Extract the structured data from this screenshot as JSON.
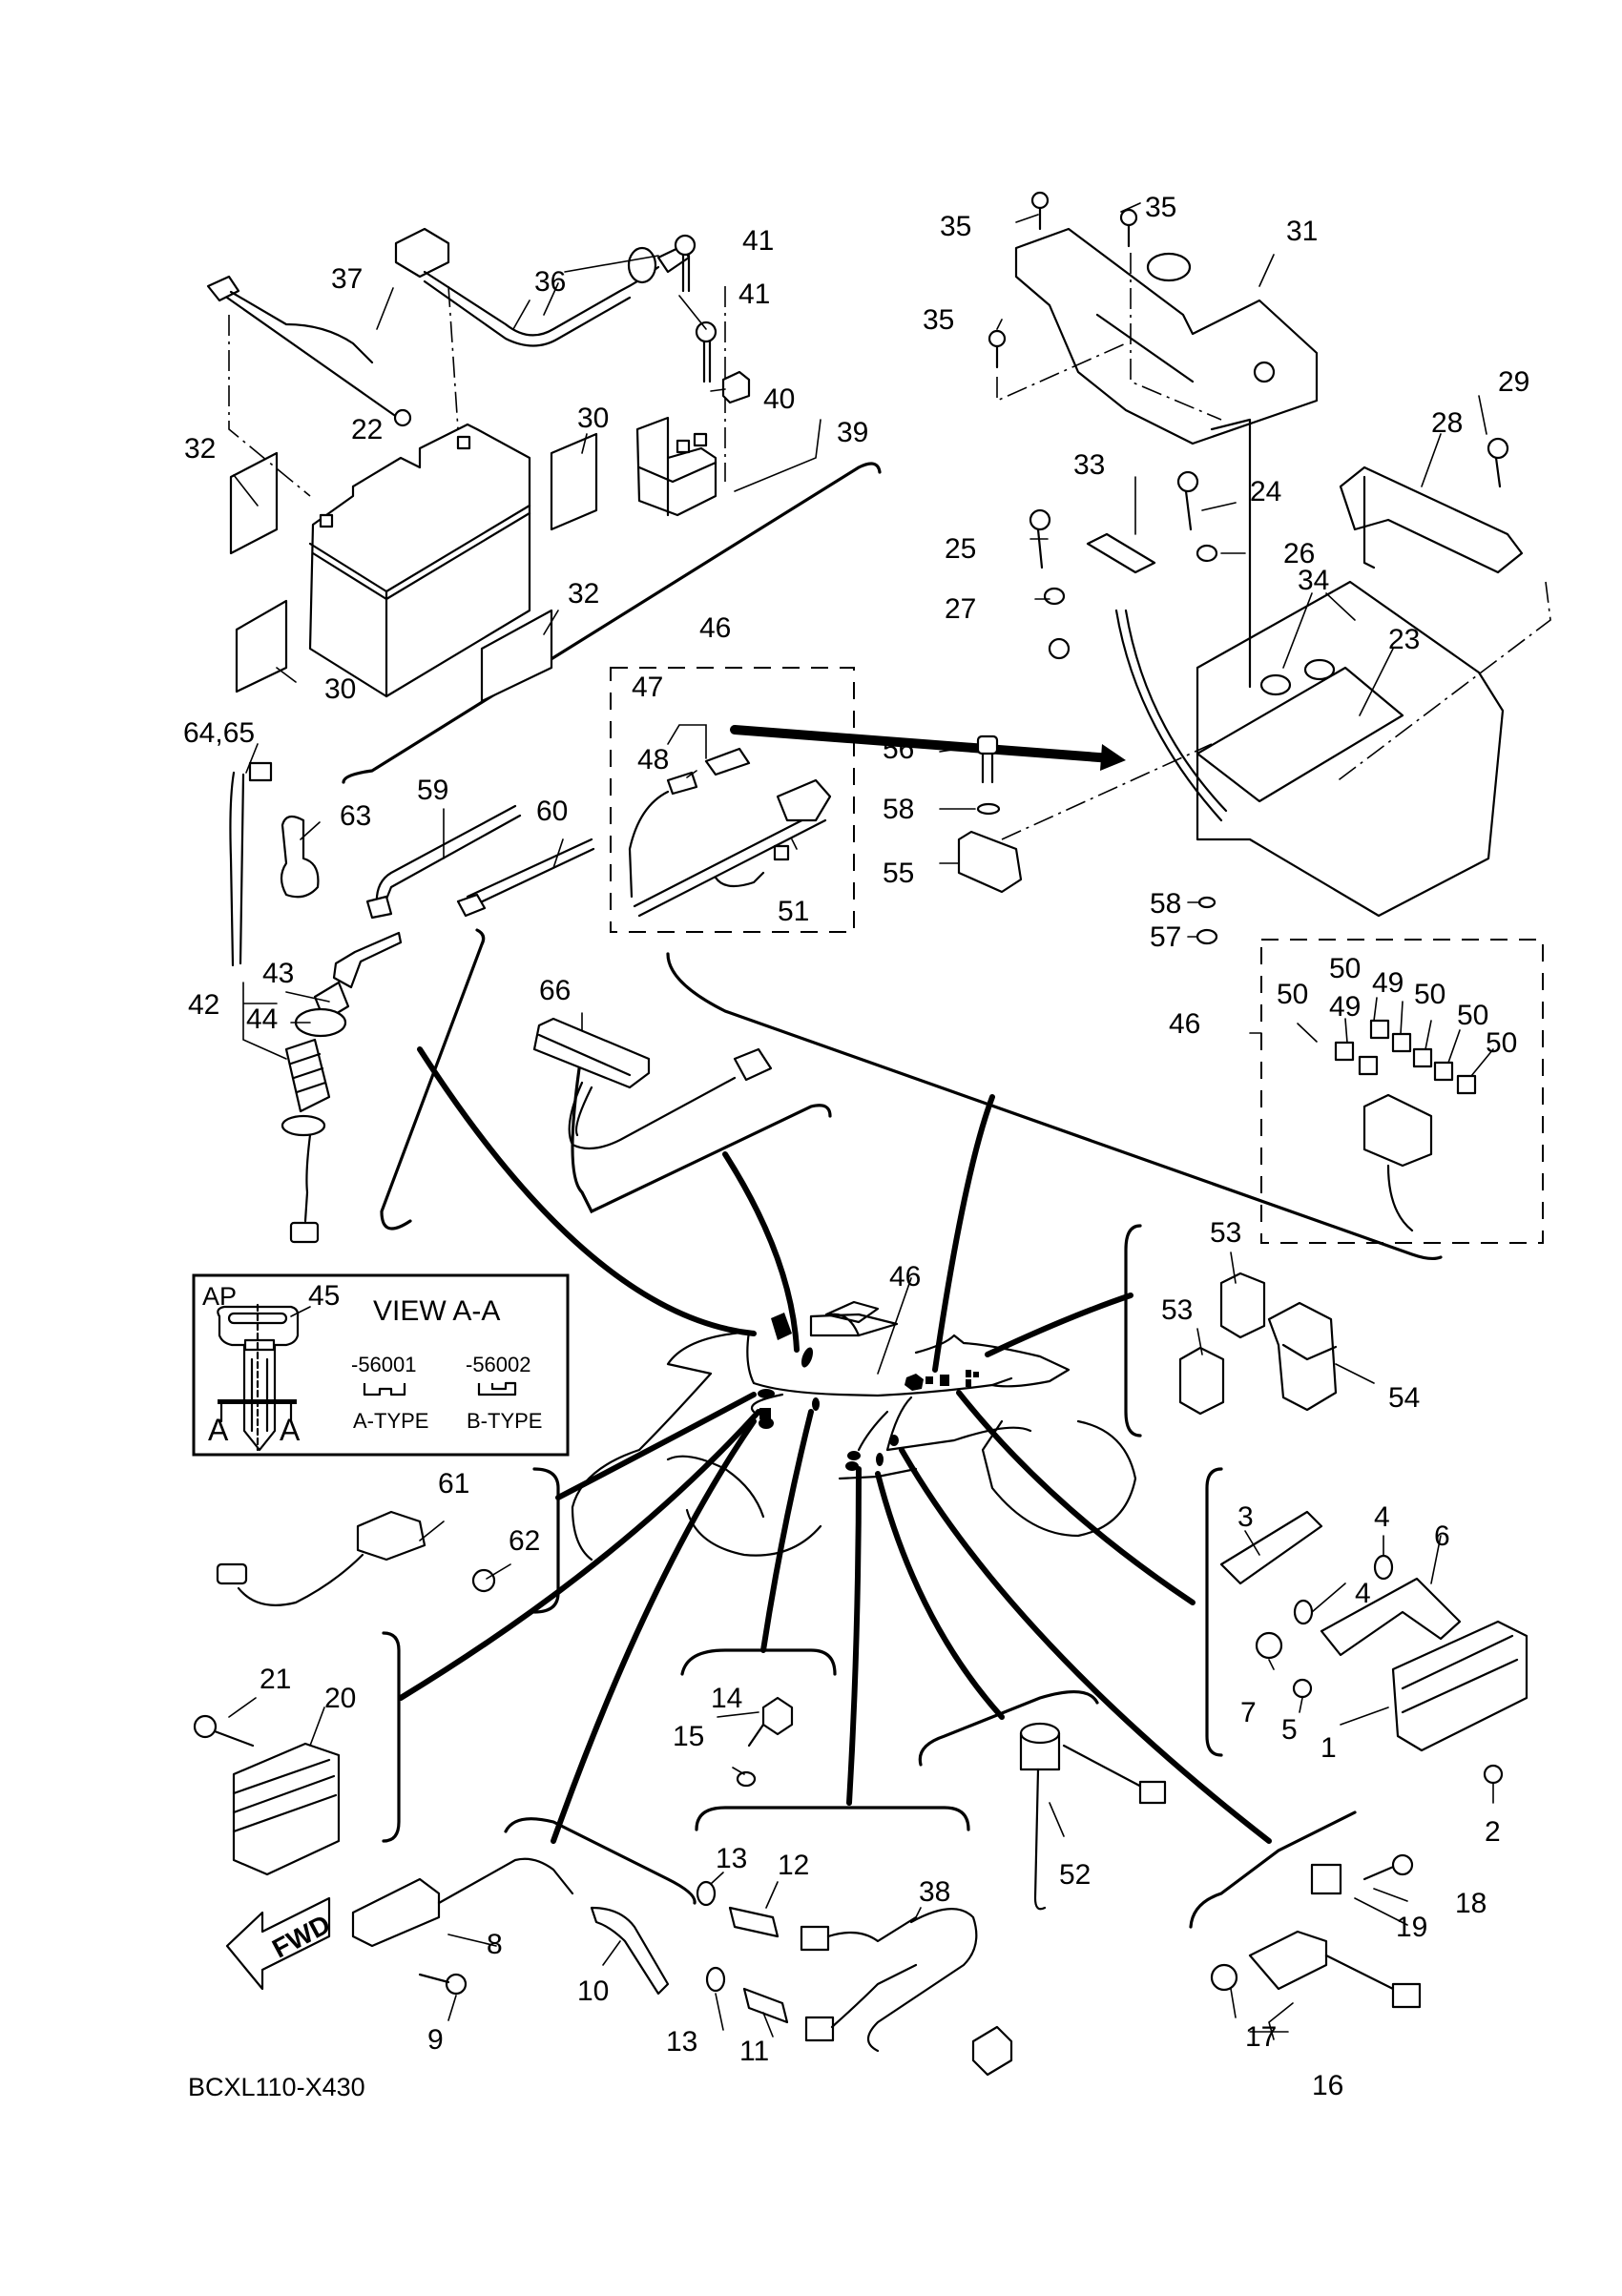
{
  "diagram": {
    "code": "BCXL110-X430",
    "title": "Electrical parts exploded view"
  },
  "key_inset": {
    "ap_label": "AP",
    "part_no": "45",
    "view_title": "VIEW A-A",
    "type_a_code": "-56001",
    "type_b_code": "-56002",
    "type_a_label": "A-TYPE",
    "type_b_label": "B-TYPE",
    "section_left": "A",
    "section_right": "A"
  },
  "fwd_arrow": {
    "label": "FWD"
  },
  "callouts": {
    "c1": "1",
    "c2": "2",
    "c3": "3",
    "c4a": "4",
    "c4b": "4",
    "c5": "5",
    "c6": "6",
    "c7": "7",
    "c8": "8",
    "c9": "9",
    "c10": "10",
    "c11": "11",
    "c12": "12",
    "c13a": "13",
    "c13b": "13",
    "c14": "14",
    "c15": "15",
    "c16": "16",
    "c17": "17",
    "c18": "18",
    "c19": "19",
    "c20": "20",
    "c21": "21",
    "c22": "22",
    "c23": "23",
    "c24": "24",
    "c25": "25",
    "c26": "26",
    "c27": "27",
    "c28": "28",
    "c29": "29",
    "c30a": "30",
    "c30b": "30",
    "c31": "31",
    "c32a": "32",
    "c32b": "32",
    "c33": "33",
    "c34": "34",
    "c35a": "35",
    "c35b": "35",
    "c35c": "35",
    "c36": "36",
    "c37": "37",
    "c38": "38",
    "c39": "39",
    "c40": "40",
    "c41a": "41",
    "c41b": "41",
    "c42": "42",
    "c43": "43",
    "c44": "44",
    "c46a": "46",
    "c46b": "46",
    "c46c": "46",
    "c47": "47",
    "c48": "48",
    "c49a": "49",
    "c49b": "49",
    "c50a": "50",
    "c50b": "50",
    "c50c": "50",
    "c50d": "50",
    "c50e": "50",
    "c51": "51",
    "c52": "52",
    "c53a": "53",
    "c53b": "53",
    "c54": "54",
    "c55": "55",
    "c56": "56",
    "c57": "57",
    "c58a": "58",
    "c58b": "58",
    "c59": "59",
    "c60": "60",
    "c61": "61",
    "c62": "62",
    "c63": "63",
    "c6465": "64,65",
    "c66": "66"
  }
}
